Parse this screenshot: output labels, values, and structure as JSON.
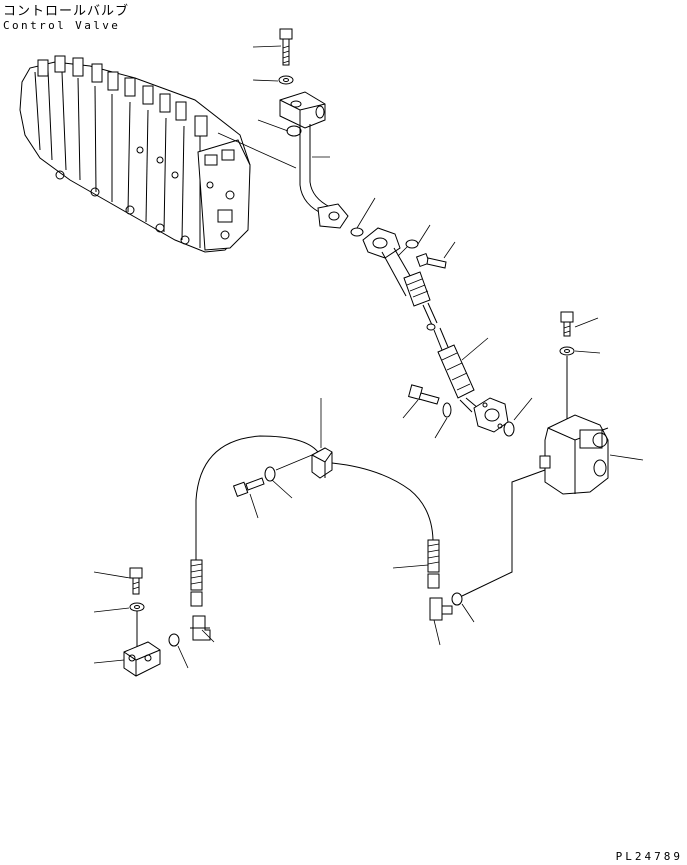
{
  "header": {
    "title_jp": "コントロールバルブ",
    "title_en": "Control Valve"
  },
  "footer": {
    "drawing_id": "PL24789"
  }
}
